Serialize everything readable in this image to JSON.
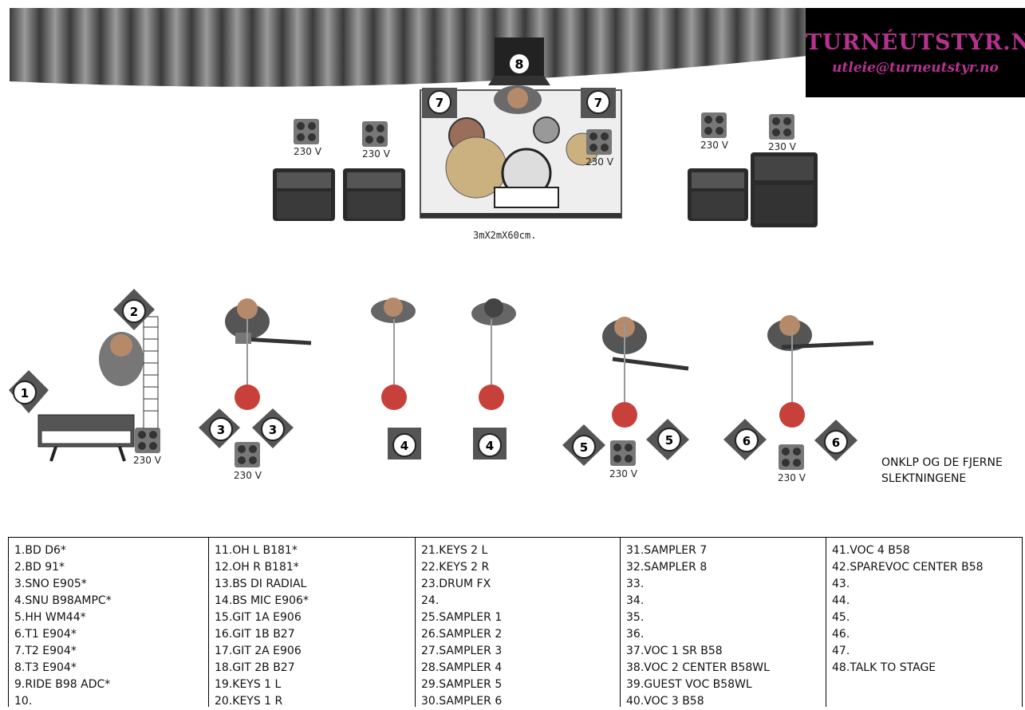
{
  "brand": {
    "title": "TURNÉUTSTYR.NO",
    "email": "utleie@turneutstyr.no"
  },
  "voltage_label": "230 V",
  "riser_caption": "3mX2mX60cm.",
  "band_name": [
    "ONKLP OG DE FJERNE",
    "SLEKTNINGENE"
  ],
  "monitor_numbers": [
    "1",
    "2",
    "3",
    "3",
    "4",
    "4",
    "5",
    "5",
    "6",
    "6",
    "7",
    "7",
    "8"
  ],
  "channels": [
    [
      "1.BD D6*",
      "2.BD 91*",
      "3.SNO E905*",
      "4.SNU B98AMPC*",
      "5.HH WM44*",
      "6.T1 E904*",
      "7.T2 E904*",
      "8.T3 E904*",
      "9.RIDE B98 ADC*",
      "10."
    ],
    [
      "11.OH L B181*",
      "12.OH R B181*",
      "13.BS DI RADIAL",
      "14.BS MIC E906*",
      "15.GIT 1A E906",
      "16.GIT 1B B27",
      "17.GIT 2A E906",
      "18.GIT 2B B27",
      "19.KEYS 1 L",
      "20.KEYS 1 R"
    ],
    [
      "21.KEYS 2 L",
      "22.KEYS 2 R",
      "23.DRUM FX",
      "24.",
      "25.SAMPLER 1",
      "26.SAMPLER 2",
      "27.SAMPLER 3",
      "28.SAMPLER 4",
      "29.SAMPLER 5",
      "30.SAMPLER 6"
    ],
    [
      "31.SAMPLER 7",
      "32.SAMPLER 8",
      "33.",
      "34.",
      "35.",
      "36.",
      "37.VOC 1 SR B58",
      "38.VOC 2 CENTER B58WL",
      "39.GUEST VOC B58WL",
      "40.VOC 3 B58"
    ],
    [
      "41.VOC 4 B58",
      "42.SPAREVOC CENTER B58",
      "43.",
      "44.",
      "45.",
      "46.",
      "47.",
      "48.TALK TO STAGE"
    ]
  ],
  "colors": {
    "brand": "#b5338f",
    "mic_red": "#c8403a",
    "amp_dark": "#2a2a2a",
    "curtain": "#5a5a5a"
  }
}
